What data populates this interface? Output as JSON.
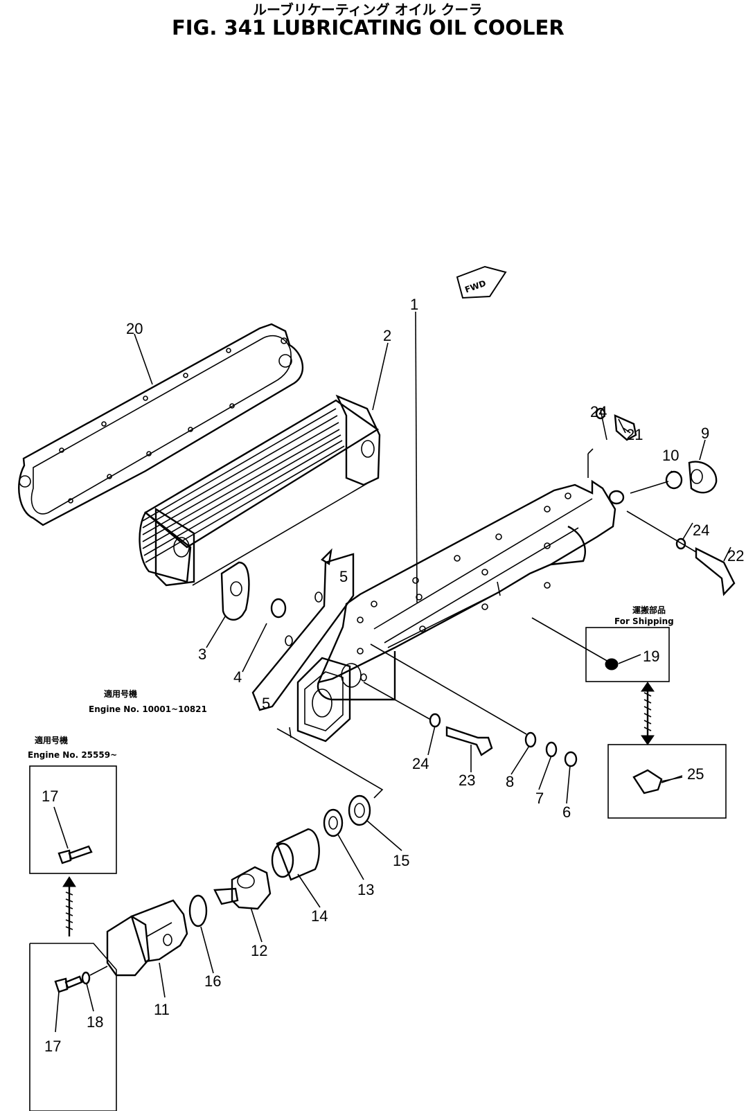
{
  "header": {
    "japanese_title": "ルーブリケーティング オイル クーラ",
    "figure_number": "FIG. 341",
    "title": "LUBRICATING OIL COOLER"
  },
  "fwd_marker": "FWD",
  "notes": {
    "shipping_jp": "運搬部品",
    "shipping_en": "For Shipping",
    "serial_jp_1": "適用号機",
    "serial_range_1": "Engine No. 10001~10821",
    "serial_jp_2": "適用号機",
    "serial_range_2": "Engine No. 25559~"
  },
  "callouts": {
    "c1": "1",
    "c2": "2",
    "c3": "3",
    "c4": "4",
    "c5a": "5",
    "c5b": "5",
    "c6": "6",
    "c7": "7",
    "c8": "8",
    "c9": "9",
    "c10": "10",
    "c11": "11",
    "c12": "12",
    "c13": "13",
    "c14": "14",
    "c15": "15",
    "c16": "16",
    "c17a": "17",
    "c17b": "17",
    "c18": "18",
    "c19": "19",
    "c20": "20",
    "c21": "21",
    "c22": "22",
    "c23": "23",
    "c24a": "24",
    "c24b": "24",
    "c24c": "24",
    "c25": "25"
  }
}
